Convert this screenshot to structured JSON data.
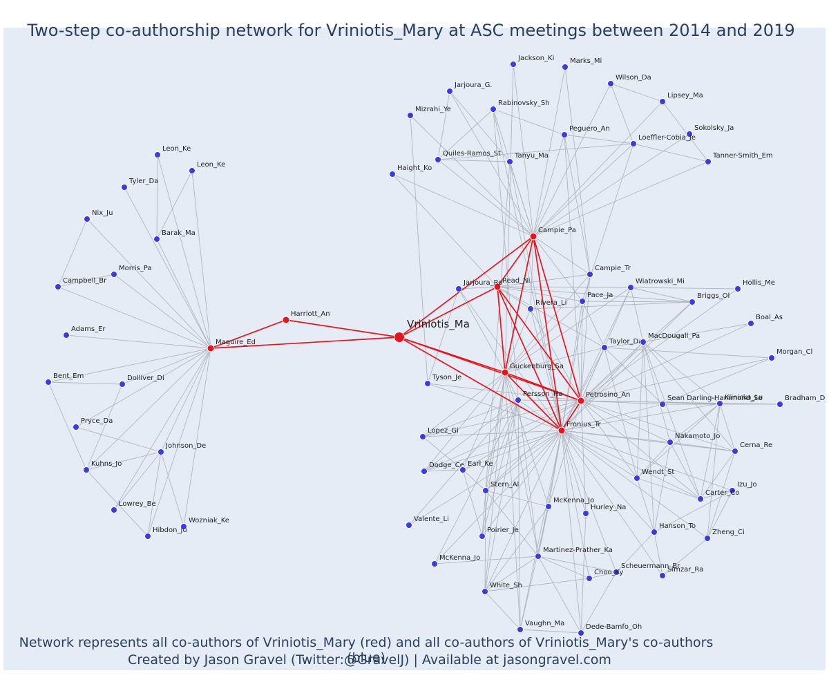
{
  "title": "Two-step co-authorship network for Vriniotis_Mary at ASC meetings between 2014 and 2019",
  "caption_line1": "Network represents all co-authors of Vriniotis_Mary (red) and all co-authors of Vriniotis_Mary's co-authors (blue)",
  "caption_line2": "Created by Jason Gravel (Twitter:@GravelJ) | Available at jasongravel.com",
  "colors": {
    "red": "#e8141b",
    "blue": "#3a3ae6",
    "edge": "#a9adb5",
    "red_edge": "#e8141b",
    "background": "#e5ecf6"
  },
  "nodes": [
    {
      "id": "Vriniotis_Ma",
      "label": "Vriniotis_Ma",
      "group": "ego"
    },
    {
      "id": "Maguire_Ed",
      "label": "Maguire_Ed",
      "group": "red"
    },
    {
      "id": "Harriott_An",
      "label": "Harriott_An",
      "group": "red"
    },
    {
      "id": "Campie_Pa",
      "label": "Campie_Pa",
      "group": "red"
    },
    {
      "id": "Read_Ni",
      "label": "Read_Ni",
      "group": "red"
    },
    {
      "id": "Guckenburg_Sa",
      "label": "Guckenburg_Sa",
      "group": "red"
    },
    {
      "id": "Petrosino_An",
      "label": "Petrosino_An",
      "group": "red"
    },
    {
      "id": "Fronius_Tr",
      "label": "Fronius_Tr",
      "group": "red"
    },
    {
      "id": "Leon_Ke1",
      "label": "Leon_Ke",
      "group": "blue"
    },
    {
      "id": "Leon_Ke2",
      "label": "Leon_Ke",
      "group": "blue"
    },
    {
      "id": "Tyler_Da",
      "label": "Tyler_Da",
      "group": "blue"
    },
    {
      "id": "Nix_Ju",
      "label": "Nix_Ju",
      "group": "blue"
    },
    {
      "id": "Barak_Ma",
      "label": "Barak_Ma",
      "group": "blue"
    },
    {
      "id": "Morris_Pa",
      "label": "Morris_Pa",
      "group": "blue"
    },
    {
      "id": "Campbell_Br",
      "label": "Campbell_Br",
      "group": "blue"
    },
    {
      "id": "Adams_Er",
      "label": "Adams_Er",
      "group": "blue"
    },
    {
      "id": "Bent_Em",
      "label": "Bent_Em",
      "group": "blue"
    },
    {
      "id": "Dolliver_Di",
      "label": "Dolliver_Di",
      "group": "blue"
    },
    {
      "id": "Pryce_Da",
      "label": "Pryce_Da",
      "group": "blue"
    },
    {
      "id": "Johnson_De",
      "label": "Johnson_De",
      "group": "blue"
    },
    {
      "id": "Kuhns_Jo",
      "label": "Kuhns_Jo",
      "group": "blue"
    },
    {
      "id": "Lowrey_Be",
      "label": "Lowrey_Be",
      "group": "blue"
    },
    {
      "id": "Wozniak_Ke",
      "label": "Wozniak_Ke",
      "group": "blue"
    },
    {
      "id": "Hibdon_Ju",
      "label": "Hibdon_Ju",
      "group": "blue"
    },
    {
      "id": "Jackson_Ki",
      "label": "Jackson_Ki",
      "group": "blue"
    },
    {
      "id": "Marks_Mi",
      "label": "Marks_Mi",
      "group": "blue"
    },
    {
      "id": "Wilson_Da",
      "label": "Wilson_Da",
      "group": "blue"
    },
    {
      "id": "Jarjoura_G",
      "label": "Jarjoura_G.",
      "group": "blue"
    },
    {
      "id": "Lipsey_Ma",
      "label": "Lipsey_Ma",
      "group": "blue"
    },
    {
      "id": "Rabinovsky_Sh",
      "label": "Rabinovsky_Sh",
      "group": "blue"
    },
    {
      "id": "Mizrahi_Ye",
      "label": "Mizrahi_Ye",
      "group": "blue"
    },
    {
      "id": "Sokolsky_Ja",
      "label": "Sokolsky_Ja",
      "group": "blue"
    },
    {
      "id": "Peguero_An",
      "label": "Peguero_An",
      "group": "blue"
    },
    {
      "id": "Loeffler_Cobia",
      "label": "Loeffler-Cobia_Je",
      "group": "blue"
    },
    {
      "id": "Quiles_Ramos",
      "label": "Quiles-Ramos_St",
      "group": "blue"
    },
    {
      "id": "Tanyu_Ma",
      "label": "Tanyu_Ma",
      "group": "blue"
    },
    {
      "id": "Tanner_Smith",
      "label": "Tanner-Smith_Em",
      "group": "blue"
    },
    {
      "id": "Haight_Ko",
      "label": "Haight_Ko",
      "group": "blue"
    },
    {
      "id": "Campie_Tr",
      "label": "Campie_Tr",
      "group": "blue"
    },
    {
      "id": "Hollis_Me",
      "label": "Hollis_Me",
      "group": "blue"
    },
    {
      "id": "Jarjoura_Ro",
      "label": "Jarjoura_Ro",
      "group": "blue"
    },
    {
      "id": "Wiatrowski_Mi",
      "label": "Wiatrowski_Mi",
      "group": "blue"
    },
    {
      "id": "Pace_Ja",
      "label": "Pace_Ja",
      "group": "blue"
    },
    {
      "id": "Briggs_Ol",
      "label": "Briggs_Ol",
      "group": "blue"
    },
    {
      "id": "Rivera_Li",
      "label": "Rivera_Li",
      "group": "blue"
    },
    {
      "id": "Boal_As",
      "label": "Boal_As",
      "group": "blue"
    },
    {
      "id": "Taylor_Da",
      "label": "Taylor_Da",
      "group": "blue"
    },
    {
      "id": "MacDougall_Pa",
      "label": "MacDougall_Pa",
      "group": "blue"
    },
    {
      "id": "Morgan_Cl",
      "label": "Morgan_Cl",
      "group": "blue"
    },
    {
      "id": "Tyson_Je",
      "label": "Tyson_Je",
      "group": "blue"
    },
    {
      "id": "Persson_Ha",
      "label": "Persson_Ha",
      "group": "blue"
    },
    {
      "id": "Sean_Darling",
      "label": "Sean Darling-Hammond_Se",
      "group": "blue"
    },
    {
      "id": "Klinicka_Lu",
      "label": "Klinicka_Lu",
      "group": "blue"
    },
    {
      "id": "Bradham_Do",
      "label": "Bradham_Do",
      "group": "blue"
    },
    {
      "id": "Lopez_Gi",
      "label": "Lopez_Gi",
      "group": "blue"
    },
    {
      "id": "Nakamoto_Jo",
      "label": "Nakamoto_Jo",
      "group": "blue"
    },
    {
      "id": "Cerna_Re",
      "label": "Cerna_Re",
      "group": "blue"
    },
    {
      "id": "Dodge_Ce",
      "label": "Dodge_Ce",
      "group": "blue"
    },
    {
      "id": "Earl_Ke",
      "label": "Earl_Ke",
      "group": "blue"
    },
    {
      "id": "Wendt_St",
      "label": "Wendt_St",
      "group": "blue"
    },
    {
      "id": "Izu_Jo",
      "label": "Izu_Jo",
      "group": "blue"
    },
    {
      "id": "Stern_Al",
      "label": "Stern_Al",
      "group": "blue"
    },
    {
      "id": "Carter_Co",
      "label": "Carter_Co",
      "group": "blue"
    },
    {
      "id": "McKenna_Jo1",
      "label": "McKenna_Jo",
      "group": "blue"
    },
    {
      "id": "Hurley_Na",
      "label": "Hurley_Na",
      "group": "blue"
    },
    {
      "id": "Valente_Li",
      "label": "Valente_Li",
      "group": "blue"
    },
    {
      "id": "Poirier_Je",
      "label": "Poirier_Je",
      "group": "blue"
    },
    {
      "id": "Hanson_To",
      "label": "Hanson_To",
      "group": "blue"
    },
    {
      "id": "Zheng_Ci",
      "label": "Zheng_Ci",
      "group": "blue"
    },
    {
      "id": "Martinez_Prather",
      "label": "Martinez-Prather_Ka",
      "group": "blue"
    },
    {
      "id": "McKenna_Jo2",
      "label": "McKenna_Jo",
      "group": "blue"
    },
    {
      "id": "Scheuermann_Br",
      "label": "Scheuermann_Br",
      "group": "blue"
    },
    {
      "id": "Simzar_Ra",
      "label": "Simzar_Ra",
      "group": "blue"
    },
    {
      "id": "Choo_Ky",
      "label": "Choo_Ky",
      "group": "blue"
    },
    {
      "id": "White_Sh",
      "label": "White_Sh",
      "group": "blue"
    },
    {
      "id": "Vaughn_Ma",
      "label": "Vaughn_Ma",
      "group": "blue"
    },
    {
      "id": "Dede_Bamfo",
      "label": "Dede-Bamfo_Oh",
      "group": "blue"
    }
  ]
}
